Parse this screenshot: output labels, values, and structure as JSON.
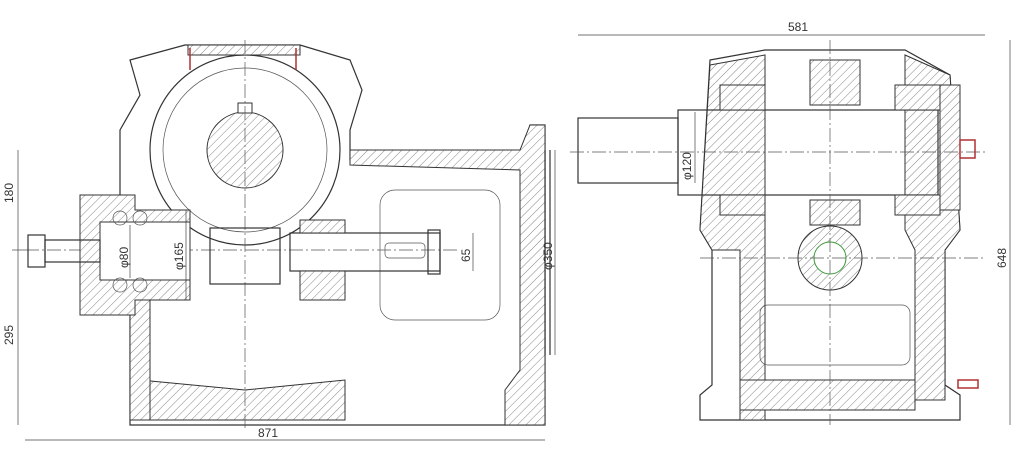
{
  "drawing": {
    "title": "Worm gear reducer assembly",
    "front_view": {
      "dimensions": {
        "overall_width": "871",
        "upper_height": "180",
        "lower_height": "295",
        "bearing_dia": "φ80",
        "worm_dia": "φ165",
        "shaft_dia": "65",
        "flange_dia": "φ350"
      }
    },
    "side_view": {
      "dimensions": {
        "overall_width": "581",
        "overall_height": "648",
        "shaft_dia": "φ120"
      }
    },
    "colors": {
      "line": "#333333",
      "accent_red": "#b03030",
      "accent_green": "#3a9a3a"
    }
  }
}
